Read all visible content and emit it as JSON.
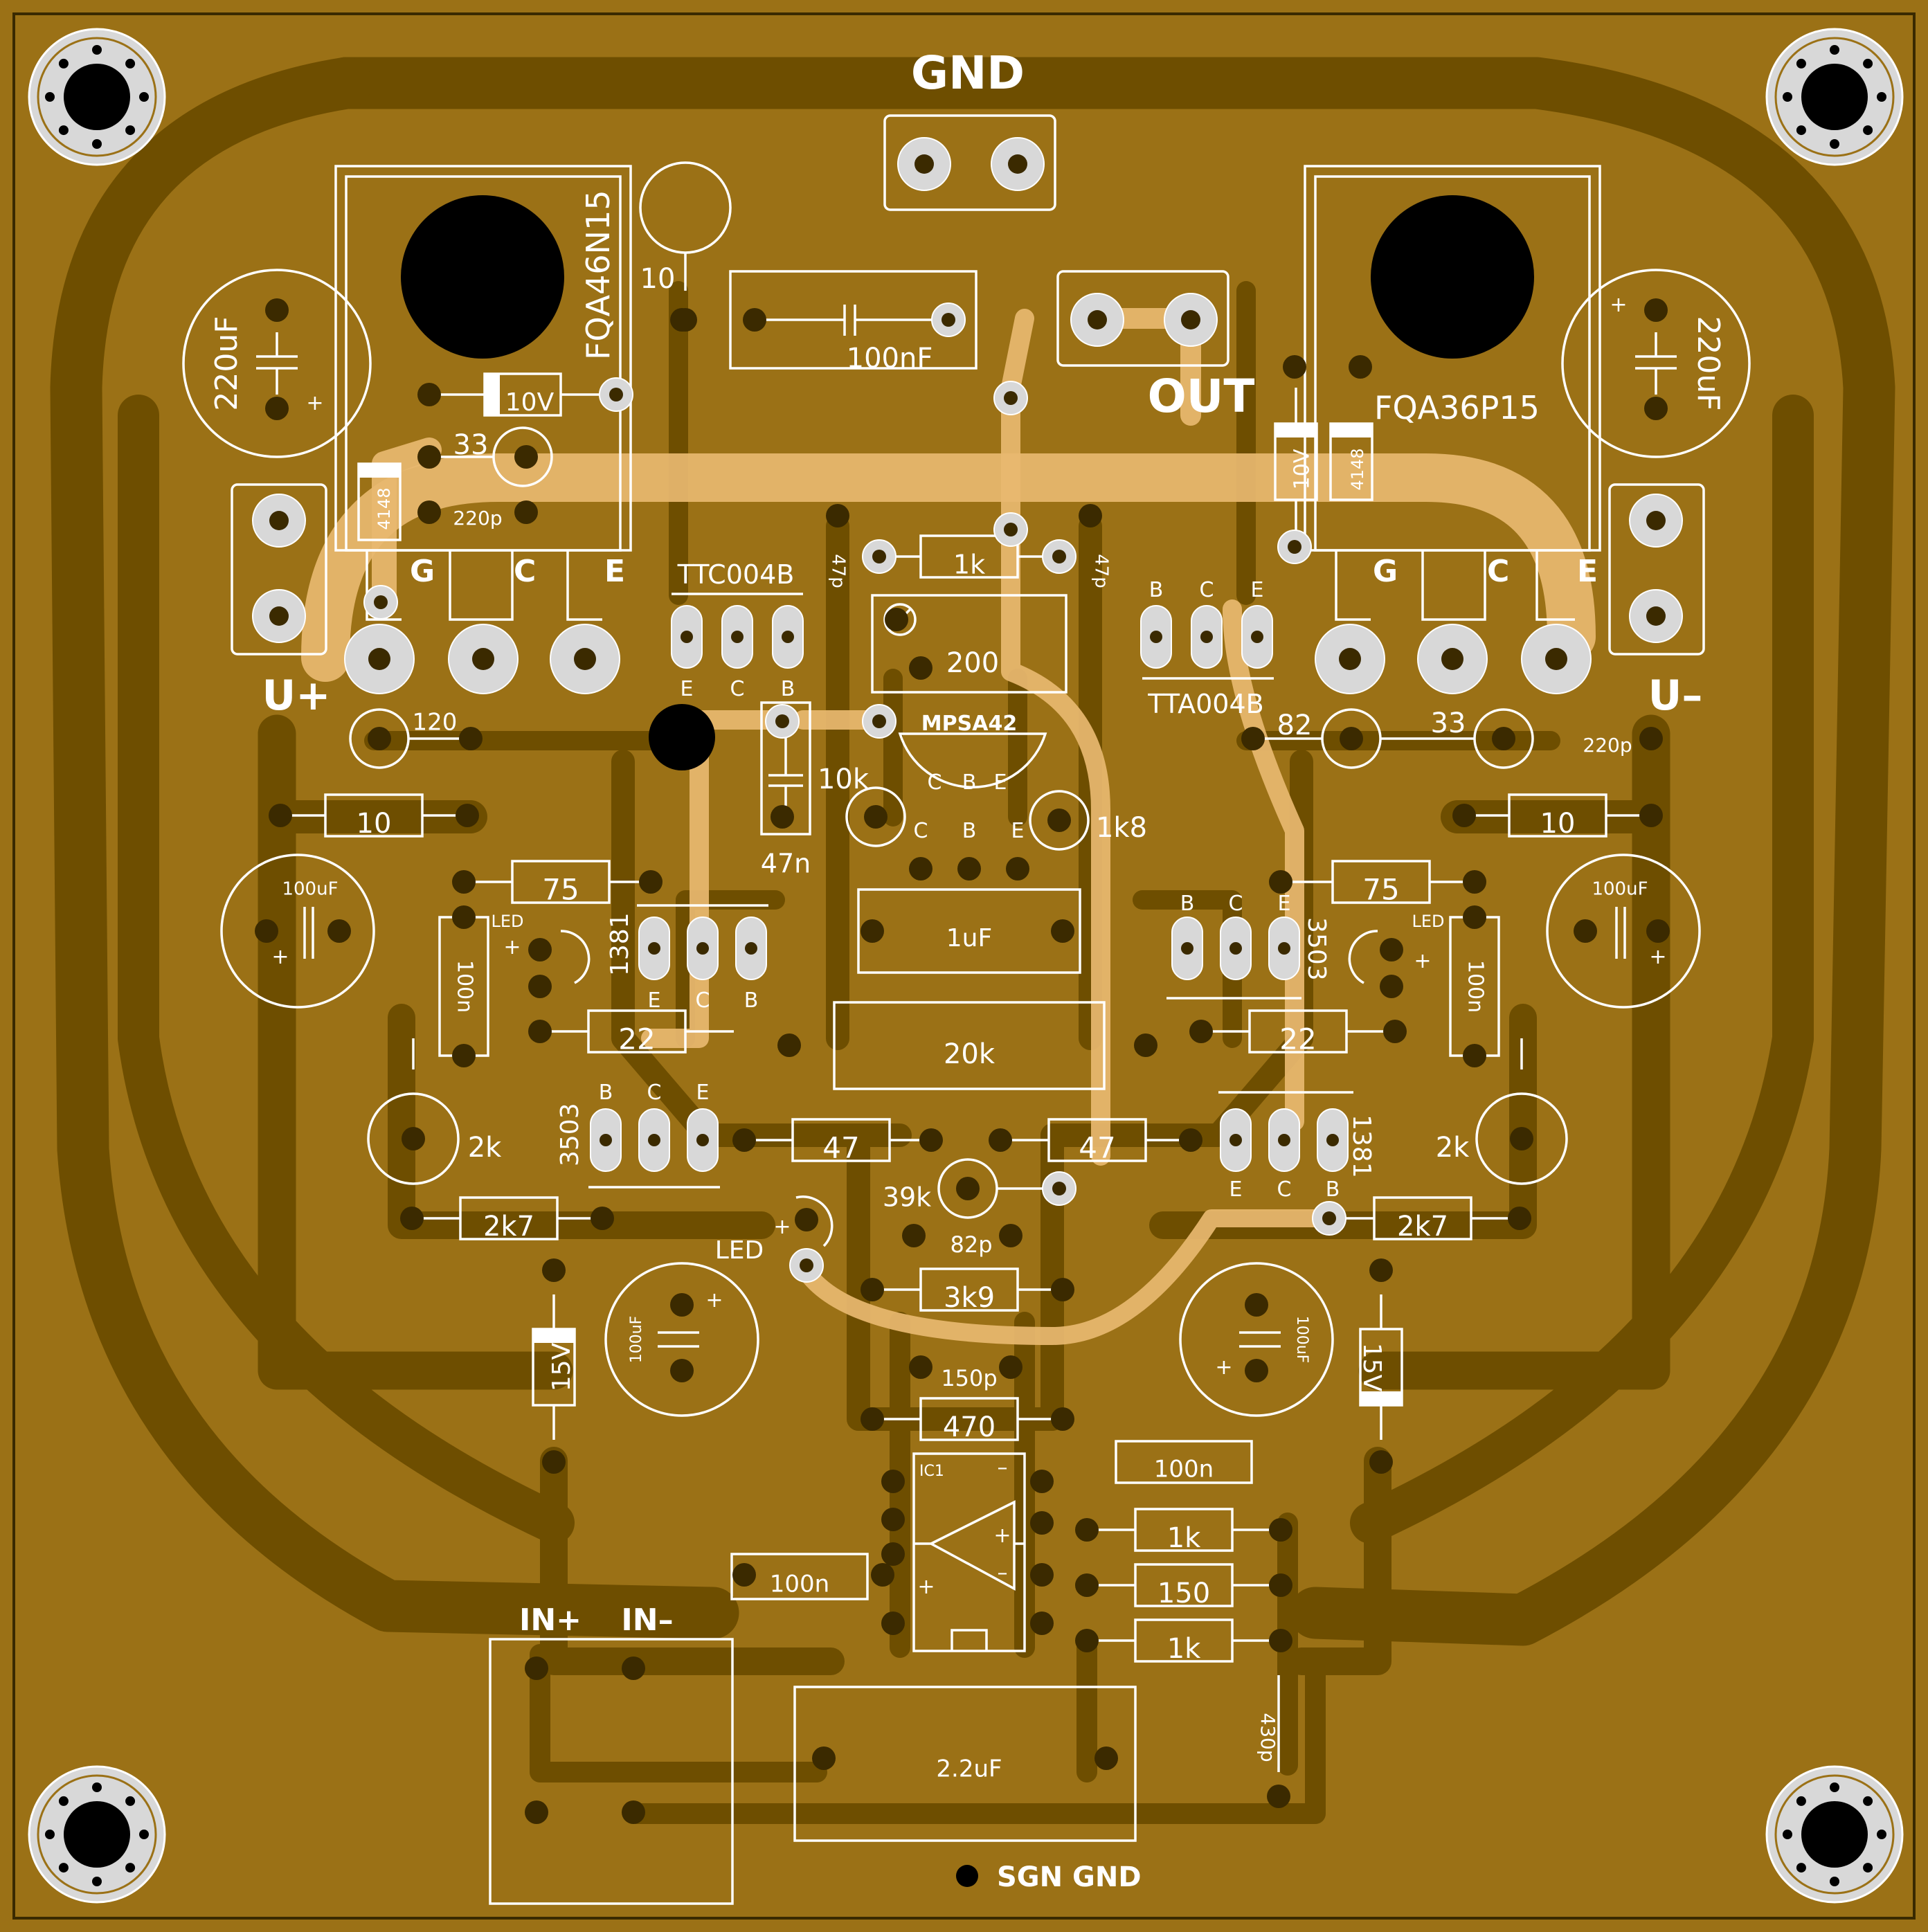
{
  "colors": {
    "board": "#9b7116",
    "copper_track": "#7a5600",
    "top_track": "#e9bb72",
    "silkscreen": "#ffffff",
    "pad": "#d8d8d8",
    "hole": "#000000"
  },
  "connectors": {
    "gnd": "GND",
    "out": "OUT",
    "u_plus": "U+",
    "u_minus": "U–",
    "in_plus": "IN+",
    "in_minus": "IN–",
    "sgn_gnd": "SGN GND"
  },
  "transistors": {
    "q_left": "FQA46N15",
    "q_right": "FQA36P15",
    "ttc": "TTC004B",
    "tta": "TTA004B",
    "mpsa": "MPSA42",
    "q1381_left": "1381",
    "q1381_right": "1381",
    "q3503_left": "3503",
    "q3503_right": "3503",
    "pin_g": "G",
    "pin_c": "C",
    "pin_e": "E",
    "pin_b": "B",
    "ic": "IC1"
  },
  "values": {
    "c220_l": "220uF",
    "c220_r": "220uF",
    "z10v_l": "10V",
    "z10v_r": "10V",
    "d4148_l": "4148",
    "d4148_r": "4148",
    "r33_l": "33",
    "r33_r": "33",
    "c220p_l": "220p",
    "c220p_r": "220p",
    "r10_top": "10",
    "c100nf_top": "100nF",
    "r1k_top": "1k",
    "c47p_l": "47p",
    "c47p_r": "47p",
    "pot200": "200",
    "r10k": "10k",
    "c47n": "47n",
    "r1k8": "1k8",
    "r120": "120",
    "r82": "82",
    "r10_l": "10",
    "r10_r": "10",
    "c100uf_l": "100uF",
    "c100uf_r": "100uF",
    "r75_l": "75",
    "r75_r": "75",
    "led_l": "LED",
    "led_r": "LED",
    "c100n_l": "100n",
    "c100n_r": "100n",
    "c1uf": "1uF",
    "r22_l": "22",
    "r22_r": "22",
    "r20k": "20k",
    "r2k_l": "2k",
    "r2k_r": "2k",
    "r47_l": "47",
    "r47_r": "47",
    "r39k": "39k",
    "r2k7_l": "2k7",
    "r2k7_r": "2k7",
    "led_c": "LED",
    "c82p": "82p",
    "r3k9": "3k9",
    "c100uf_bl": "100uF",
    "c100uf_br": "100uF",
    "z15v_l": "15V",
    "z15v_r": "15V",
    "c150p": "150p",
    "r470": "470",
    "c100n_ic": "100n",
    "c100n_in": "100n",
    "r1k_a": "1k",
    "r150": "150",
    "r1k_b": "1k",
    "c2u2": "2.2uF",
    "c430p": "430p",
    "plus": "+",
    "minus": "–"
  }
}
